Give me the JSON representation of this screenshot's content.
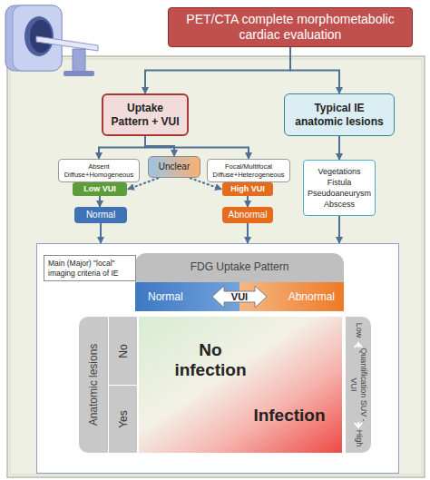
{
  "diagram": {
    "nodes": [
      {
        "text": [
          "PET/CTA complete morphometabolic cardiac evaluation"
        ]
      },
      {
        "text": [
          "Uptake Pattern + VUI"
        ]
      },
      {
        "text": [
          "Typical IE anatomic lesions"
        ]
      },
      {
        "text": [
          "Absent Diffuse+Homogeneous"
        ]
      },
      {
        "text": [
          "Unclear"
        ]
      },
      {
        "text": [
          "Focal/Multifocal Diffuse+Heterogeneous"
        ]
      },
      {
        "text": [
          "Low VUI"
        ]
      },
      {
        "text": [
          "High VUI"
        ]
      },
      {
        "text": [
          "Vegetations Fistula Pseudoaneurysm Abscess"
        ]
      },
      {
        "text": [
          "Normal"
        ]
      },
      {
        "text": [
          "Abnormal"
        ]
      },
      {
        "text": [
          "Main (Major) \"local\" imaging criteria of IE"
        ]
      },
      {
        "text": [
          "FDG Uptake Pattern"
        ],
        "in": 11
      },
      {
        "text": [
          "Normal"
        ],
        "in": 12
      },
      {
        "text": [
          "Abnormal"
        ],
        "in": 12
      },
      {
        "text": [
          "VUI"
        ],
        "in": 12
      },
      {
        "text": [
          "Anatomic lesions"
        ],
        "in": 11
      },
      {
        "text": [
          "No"
        ],
        "in": 16
      },
      {
        "text": [
          "Yes"
        ],
        "in": 16
      },
      {
        "text": [
          "No infection",
          "Infection"
        ],
        "in": 11
      },
      {
        "text": [
          "Low",
          "Quantification SUV - VUI",
          "High"
        ],
        "in": 11
      }
    ],
    "edges": [
      {
        "from": 0,
        "to": 1,
        "arrow": "to"
      },
      {
        "from": 0,
        "to": 2,
        "arrow": "to"
      },
      {
        "from": 1,
        "to": 3,
        "arrow": "to"
      },
      {
        "from": 1,
        "to": 4,
        "arrow": "to"
      },
      {
        "from": 1,
        "to": 5,
        "arrow": "to"
      },
      {
        "from": 4,
        "to": 6,
        "arrow": "to"
      },
      {
        "from": 4,
        "to": 7,
        "arrow": "to"
      },
      {
        "from": 2,
        "to": 8,
        "arrow": "to"
      },
      {
        "from": 6,
        "to": 9,
        "arrow": "to"
      },
      {
        "from": 7,
        "to": 10,
        "arrow": "to"
      },
      {
        "from": 9,
        "to": 11,
        "arrow": "to"
      },
      {
        "from": 10,
        "to": 11,
        "arrow": "to"
      },
      {
        "from": 8,
        "to": 11,
        "arrow": "to"
      }
    ]
  }
}
